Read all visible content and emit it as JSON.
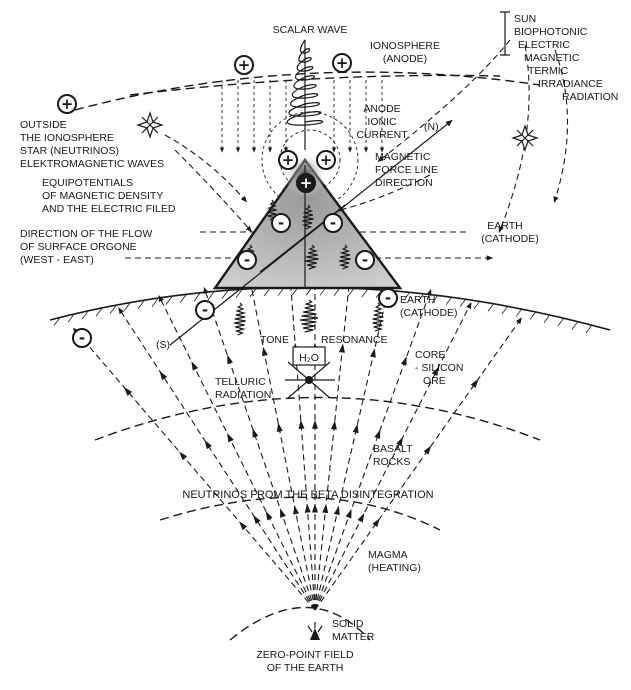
{
  "labels": {
    "scalar_wave": "SCALAR WAVE",
    "ionosphere": [
      "IONOSPHERE",
      "(ANODE)"
    ],
    "sun": [
      "SUN",
      "BIOPHOTONIC",
      "ELECTRIC",
      "MAGNETIC",
      "TERMIC",
      "IRRADIANCE",
      "RADIATION"
    ],
    "outside": [
      "OUTSIDE",
      "THE IONOSPHERE",
      "STAR (NEUTRINOS)",
      "ELEKTROMAGNETIC WAVES"
    ],
    "anode_current": [
      "ANODE",
      "IONIC",
      "CURRENT"
    ],
    "north": "(N)",
    "magnetic_force": [
      "MAGNETIC",
      "FORCE LINE",
      "DIRECTION"
    ],
    "equipotentials": [
      "EQUIPOTENTIALS",
      "OF MAGNETIC DENSITY",
      "AND THE ELECTRIC FILED"
    ],
    "orgone": [
      "DIRECTION OF THE FLOW",
      "OF SURFACE ORGONE",
      "(WEST - EAST)"
    ],
    "earth_upper": [
      "EARTH",
      "(CATHODE)"
    ],
    "earth_lower": [
      "EARTH",
      "(CATHODE)"
    ],
    "south": "(S)",
    "tone": "TONE",
    "resonance": "RESONANCE",
    "water": "H₂O",
    "core": [
      "CORE",
      "- SILICON",
      "ORE"
    ],
    "telluric": [
      "TELLURIC",
      "RADIATION"
    ],
    "basalt": [
      "BASALT",
      "ROCKS"
    ],
    "neutrinos": "NEUTRINOS FROM THE BETA DISINTEGRATION",
    "magma": [
      "MAGMA",
      "(HEATING)"
    ],
    "solid": [
      "SOLID",
      "MATTER"
    ],
    "zero_point": [
      "ZERO-POINT FIELD",
      "OF THE EARTH"
    ]
  },
  "symbols": {
    "plus": "+",
    "minus": "-"
  },
  "icons": [
    "star-burst-icon",
    "scalar-wave-spiral-icon",
    "zero-point-source-icon",
    "crossed-rods-icon",
    "resonance-wave-icon"
  ]
}
